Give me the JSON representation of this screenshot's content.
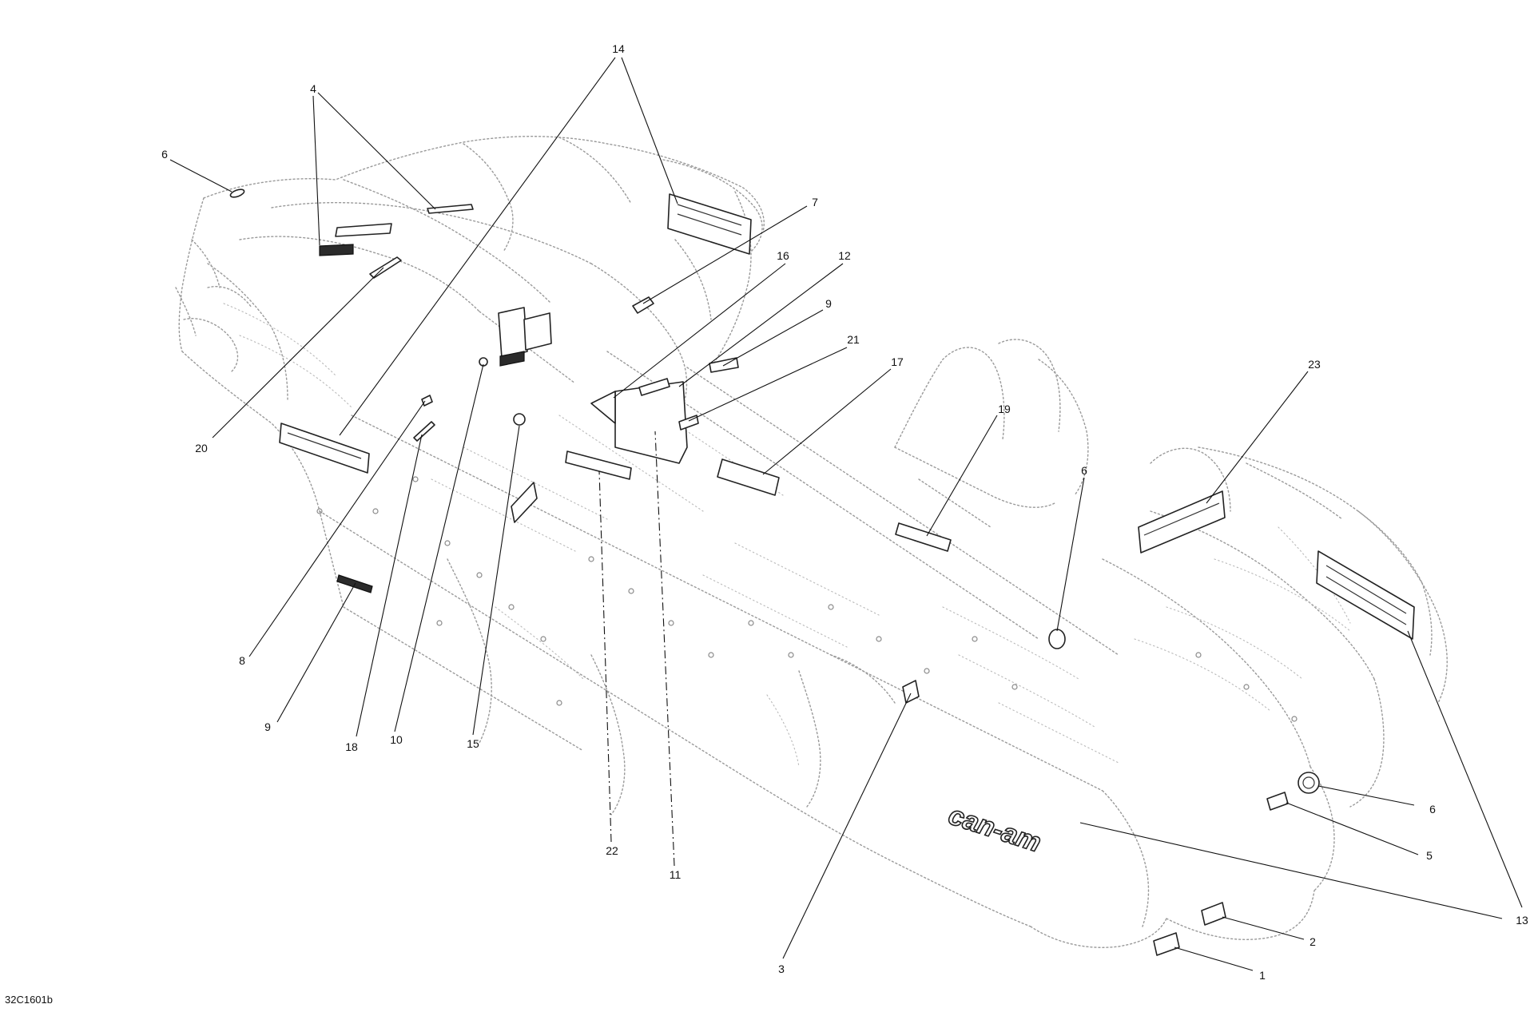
{
  "figure_code": "32C1601b",
  "callouts": [
    {
      "id": "c1",
      "label": "1"
    },
    {
      "id": "c2",
      "label": "2"
    },
    {
      "id": "c3",
      "label": "3"
    },
    {
      "id": "c4",
      "label": "4"
    },
    {
      "id": "c5",
      "label": "5"
    },
    {
      "id": "c6a",
      "label": "6"
    },
    {
      "id": "c6b",
      "label": "6"
    },
    {
      "id": "c6c",
      "label": "6"
    },
    {
      "id": "c7",
      "label": "7"
    },
    {
      "id": "c8",
      "label": "8"
    },
    {
      "id": "c9a",
      "label": "9"
    },
    {
      "id": "c9b",
      "label": "9"
    },
    {
      "id": "c10",
      "label": "10"
    },
    {
      "id": "c11",
      "label": "11"
    },
    {
      "id": "c12",
      "label": "12"
    },
    {
      "id": "c13",
      "label": "13"
    },
    {
      "id": "c14",
      "label": "14"
    },
    {
      "id": "c15",
      "label": "15"
    },
    {
      "id": "c16",
      "label": "16"
    },
    {
      "id": "c17",
      "label": "17"
    },
    {
      "id": "c18",
      "label": "18"
    },
    {
      "id": "c19",
      "label": "19"
    },
    {
      "id": "c20",
      "label": "20"
    },
    {
      "id": "c21",
      "label": "21"
    },
    {
      "id": "c22",
      "label": "22"
    },
    {
      "id": "c23",
      "label": "23"
    }
  ],
  "brand_decal_text": "can-am",
  "icons": [
    "vehicle-body-outline",
    "decal-shapes",
    "leader-lines"
  ]
}
